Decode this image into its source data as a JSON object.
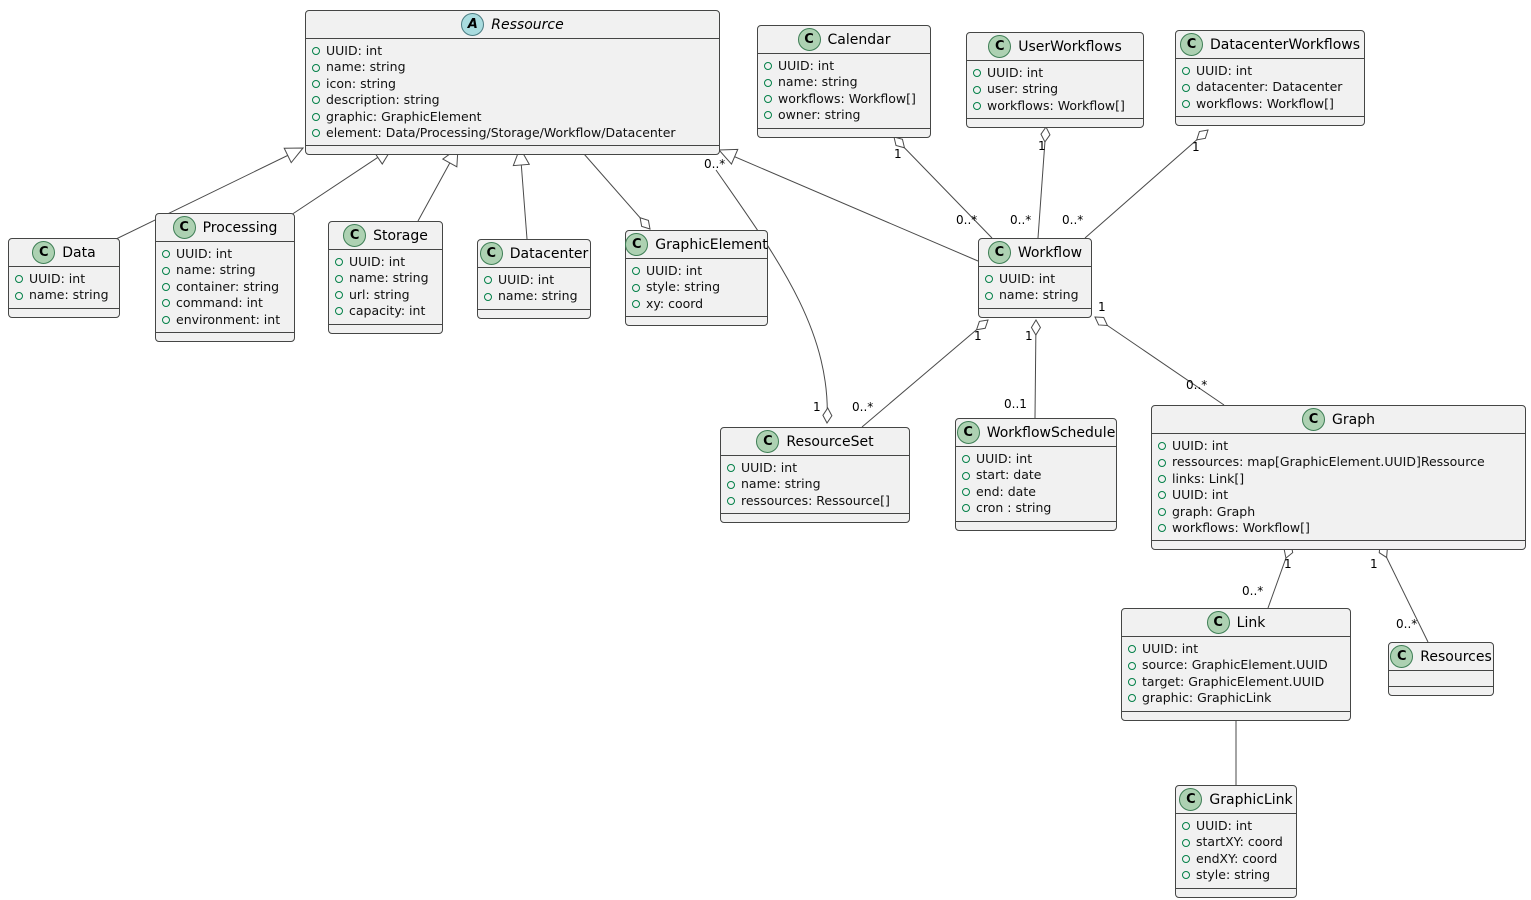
{
  "classes": {
    "ressource": {
      "badge": "A",
      "name": "Ressource",
      "abstract": true,
      "attrs": [
        "UUID: int",
        "name: string",
        "icon: string",
        "description: string",
        "graphic: GraphicElement",
        "element: Data/Processing/Storage/Workflow/Datacenter"
      ]
    },
    "data": {
      "badge": "C",
      "name": "Data",
      "attrs": [
        "UUID: int",
        "name: string"
      ]
    },
    "processing": {
      "badge": "C",
      "name": "Processing",
      "attrs": [
        "UUID: int",
        "name: string",
        "container: string",
        "command: int",
        "environment: int"
      ]
    },
    "storage": {
      "badge": "C",
      "name": "Storage",
      "attrs": [
        "UUID: int",
        "name: string",
        "url: string",
        "capacity: int"
      ]
    },
    "datacenter": {
      "badge": "C",
      "name": "Datacenter",
      "attrs": [
        "UUID: int",
        "name: string"
      ]
    },
    "graphicelement": {
      "badge": "C",
      "name": "GraphicElement",
      "attrs": [
        "UUID: int",
        "style: string",
        "xy: coord"
      ]
    },
    "calendar": {
      "badge": "C",
      "name": "Calendar",
      "attrs": [
        "UUID: int",
        "name: string",
        "workflows: Workflow[]",
        "owner: string"
      ]
    },
    "userworkflows": {
      "badge": "C",
      "name": "UserWorkflows",
      "attrs": [
        "UUID: int",
        "user: string",
        "workflows: Workflow[]"
      ]
    },
    "datacenterworkflows": {
      "badge": "C",
      "name": "DatacenterWorkflows",
      "attrs": [
        "UUID: int",
        "datacenter: Datacenter",
        "workflows: Workflow[]"
      ]
    },
    "workflow": {
      "badge": "C",
      "name": "Workflow",
      "attrs": [
        "UUID: int",
        "name: string"
      ]
    },
    "resourceset": {
      "badge": "C",
      "name": "ResourceSet",
      "attrs": [
        "UUID: int",
        "name: string",
        "ressources: Ressource[]"
      ]
    },
    "workflowschedule": {
      "badge": "C",
      "name": "WorkflowSchedule",
      "attrs": [
        "UUID: int",
        "start: date",
        "end: date",
        "cron : string"
      ]
    },
    "graph": {
      "badge": "C",
      "name": "Graph",
      "attrs": [
        "UUID: int",
        "ressources: map[GraphicElement.UUID]Ressource",
        "links: Link[]",
        "UUID: int",
        "graph: Graph",
        "workflows: Workflow[]"
      ]
    },
    "link": {
      "badge": "C",
      "name": "Link",
      "attrs": [
        "UUID: int",
        "source: GraphicElement.UUID",
        "target: GraphicElement.UUID",
        "graphic: GraphicLink"
      ]
    },
    "resources": {
      "badge": "C",
      "name": "Resources",
      "attrs": []
    },
    "graphiclink": {
      "badge": "C",
      "name": "GraphicLink",
      "attrs": [
        "UUID: int",
        "startXY: coord",
        "endXY: coord",
        "style: string"
      ]
    }
  },
  "multiplicities": [
    "0..*",
    "1",
    "0..*",
    "1",
    "0..*",
    "1",
    "0..*",
    "1",
    "0..*",
    "1",
    "1",
    "0..1",
    "1",
    "0..*",
    "1",
    "0..*",
    "1",
    "0..*"
  ],
  "colors": {
    "box_fill": "#F1F1F1",
    "border": "#454645",
    "class_badge": "#ADD1B2",
    "abstract_badge": "#A9DCDF",
    "field_dot": "#038048",
    "line": "#4A4A4A"
  }
}
